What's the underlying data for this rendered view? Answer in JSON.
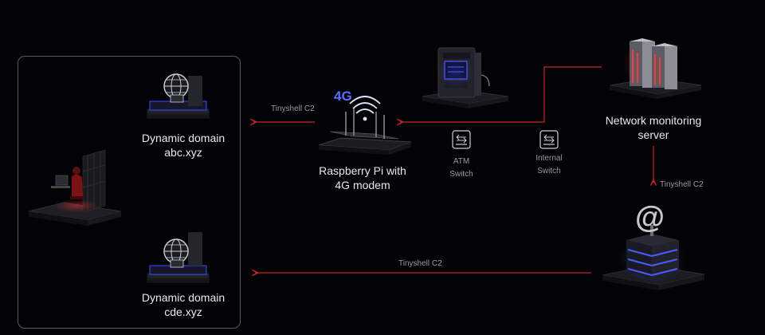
{
  "nodes": {
    "domain_abc": {
      "line1": "Dynamic domain",
      "line2": "abc.xyz"
    },
    "domain_cde": {
      "line1": "Dynamic domain",
      "line2": "cde.xyz"
    },
    "raspberry": {
      "line1": "Raspberry Pi with",
      "line2": "4G modem",
      "badge": "4G"
    },
    "monitor": {
      "line1": "Network monitoring",
      "line2": "server"
    },
    "atm_switch": {
      "line1": "ATM",
      "line2": "Switch"
    },
    "internal_switch": {
      "line1": "Internal",
      "line2": "Switch"
    },
    "mail_symbol": "@"
  },
  "edges": {
    "pi_to_domain": "Tinyshell C2",
    "monitor_to_mail": "Tinyshell C2",
    "mail_to_domain": "Tinyshell C2"
  },
  "colors": {
    "link": "#c8242c",
    "accent": "#5b6cff",
    "frame": "#5a5a62"
  }
}
